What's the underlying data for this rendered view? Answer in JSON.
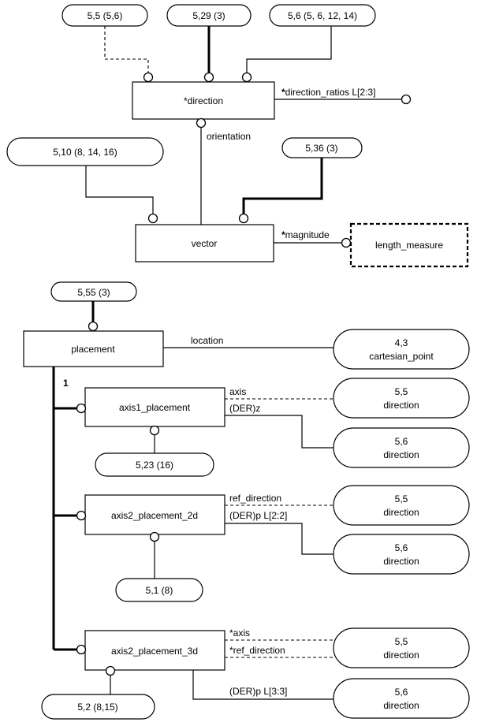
{
  "entities": {
    "direction": "*direction",
    "vector": "vector",
    "length_measure": "length_measure",
    "placement": "placement",
    "axis1_placement": "axis1_placement",
    "axis2_placement_2d": "axis2_placement_2d",
    "axis2_placement_3d": "axis2_placement_3d"
  },
  "refs": {
    "r_5_5_6": "5,5 (5,6)",
    "r_5_29_3": "5,29 (3)",
    "r_5_6_list": "5,6 (5, 6, 12, 14)",
    "r_5_10": "5,10 (8, 14, 16)",
    "r_5_36": "5,36 (3)",
    "r_5_55": "5,55 (3)",
    "r_5_23": "5,23 (16)",
    "r_5_1": "5,1 (8)",
    "r_5_2": "5,2 (8,15)"
  },
  "targets": {
    "cartesian_point": {
      "num": "4,3",
      "name": "cartesian_point"
    },
    "a1_axis": {
      "num": "5,5",
      "name": "direction"
    },
    "a1_z": {
      "num": "5,6",
      "name": "direction"
    },
    "a2_ref": {
      "num": "5,5",
      "name": "direction"
    },
    "a2_p": {
      "num": "5,6",
      "name": "direction"
    },
    "a3_axis": {
      "num": "5,5",
      "name": "direction"
    },
    "a3_p": {
      "num": "5,6",
      "name": "direction"
    }
  },
  "attributes": {
    "direction_ratios": "direction_ratios L[2:3]",
    "direction_ratios_star": "*",
    "orientation": "orientation",
    "magnitude": "magnitude",
    "magnitude_star": "*",
    "location": "location",
    "one": "1",
    "axis": "axis",
    "der_z": "(DER)z",
    "ref_direction": "ref_direction",
    "der_p_2d": "(DER)p L[2:2]",
    "axis_3d": "*axis",
    "ref_direction_3d": "*ref_direction",
    "der_p_3d": "(DER)p L[3:3]"
  }
}
